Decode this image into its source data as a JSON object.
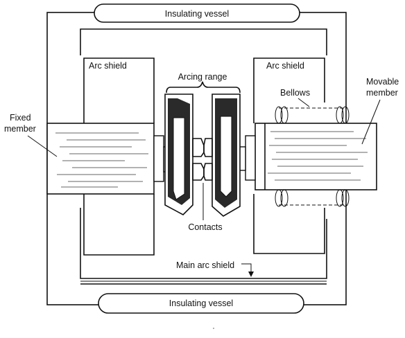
{
  "labels": {
    "insulating_vessel_top": "Insulating vessel",
    "insulating_vessel_bottom": "Insulating vessel",
    "arc_shield_left": "Arc shield",
    "arc_shield_right": "Arc shield",
    "arcing_range": "Arcing range",
    "bellows": "Bellows",
    "movable_member_line1": "Movable",
    "movable_member_line2": "member",
    "fixed_member_line1": "Fixed",
    "fixed_member_line2": "member",
    "contacts": "Contacts",
    "main_arc_shield": "Main arc shield"
  }
}
